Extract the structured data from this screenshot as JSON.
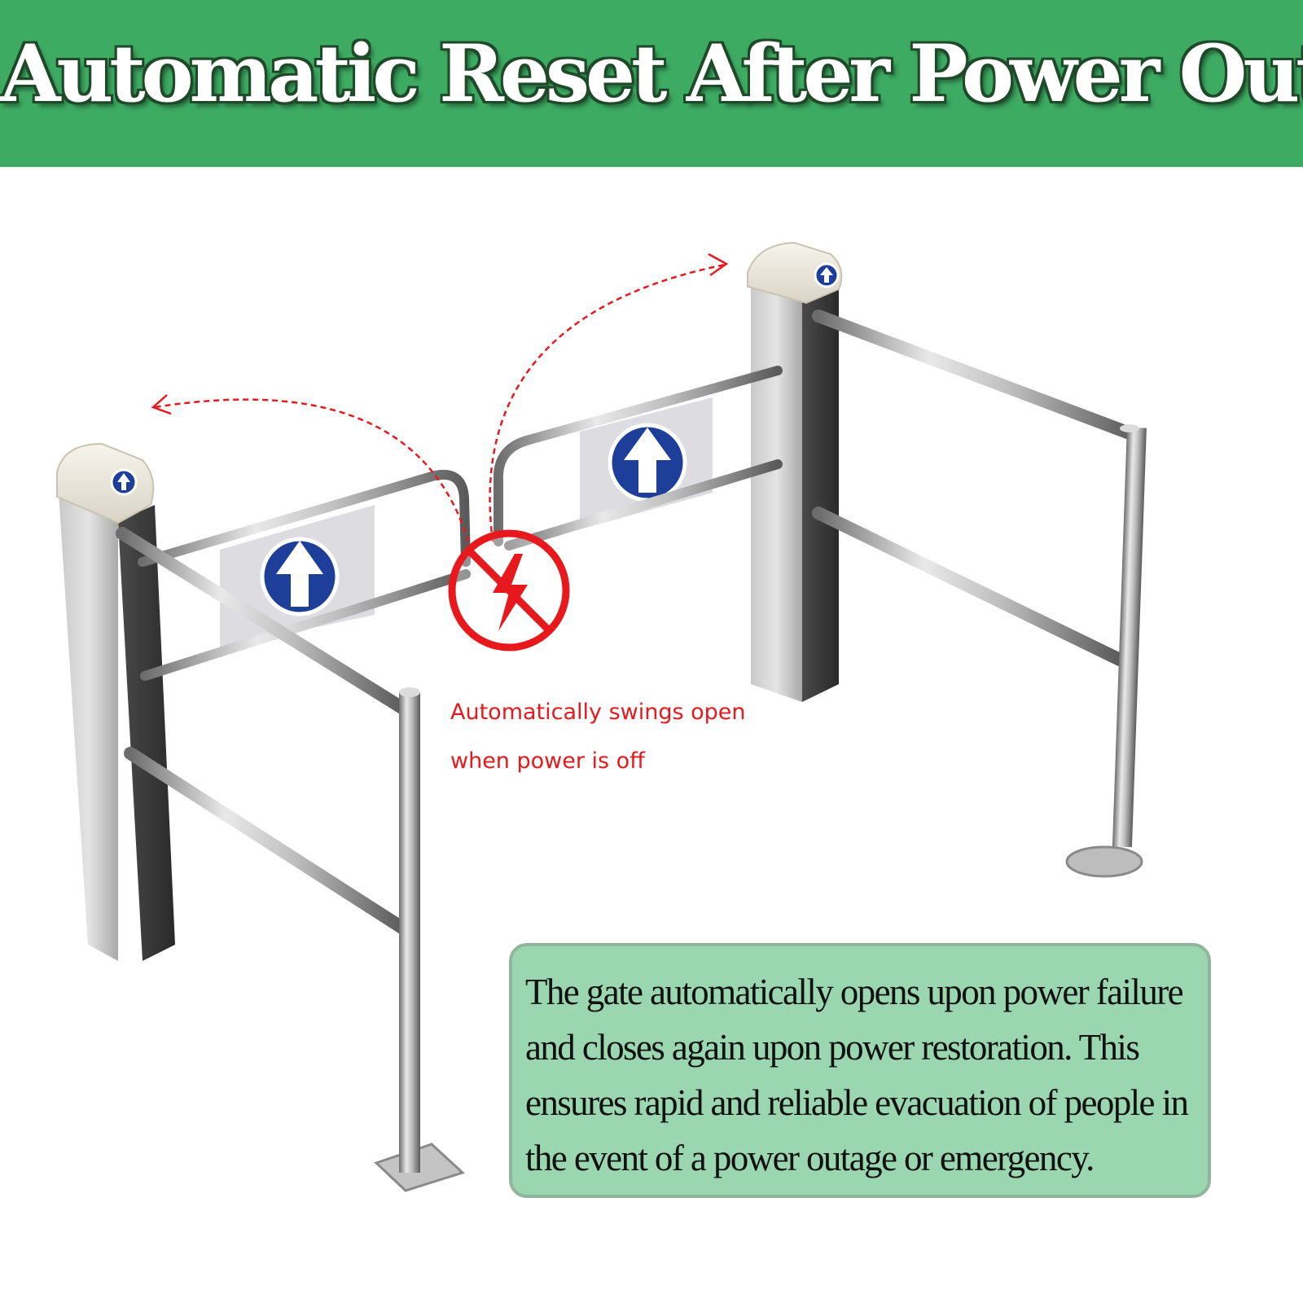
{
  "banner": {
    "title": "Automatic Reset After Power Outage",
    "background_color": "#3dab62"
  },
  "callout": {
    "line1": "Automatically swings open",
    "line2": "when power is off",
    "color": "#e8191d"
  },
  "info_box": {
    "text": "The gate automatically opens upon power failure and closes again upon power restoration. This ensures rapid and reliable evacuation of people in the event of a power outage or emergency.",
    "background_color": "#9ad6b0"
  },
  "illustration": {
    "icons": [
      "up-arrow-sign-icon",
      "no-power-icon",
      "swing-arrow-icon"
    ]
  }
}
